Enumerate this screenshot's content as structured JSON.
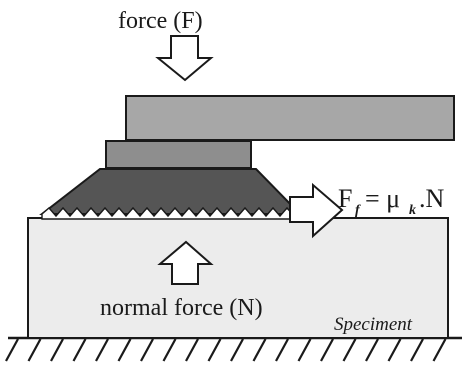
{
  "labels": {
    "applied_force": "force (F)",
    "normal_force": "normal force (N)",
    "specimen": "Speciment",
    "friction_F": "F",
    "friction_sub_f": "f",
    "friction_equals_mu": "= μ",
    "friction_sub_k": "k",
    "friction_dotN": ".N"
  },
  "colors": {
    "specimen_fill": "#ececec",
    "top_plate_fill": "#a7a7a7",
    "mid_block_fill": "#8e8e8e",
    "trapezoid_fill": "#555555",
    "teeth_fill": "#ffffff",
    "outline": "#1a1a1a",
    "arrow_fill": "#ffffff"
  },
  "icons": {
    "down_arrow": "down-arrow-icon",
    "up_arrow": "up-arrow-icon",
    "right_arrow": "right-arrow-icon",
    "ground": "ground-hatch-icon"
  }
}
